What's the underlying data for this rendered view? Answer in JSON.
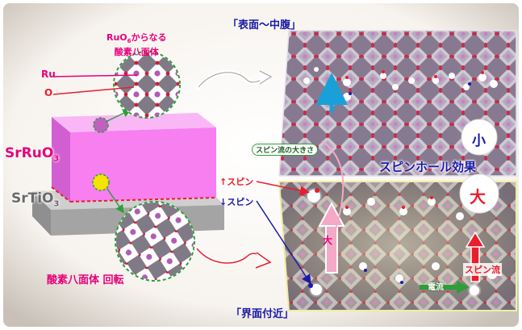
{
  "model": {
    "material_top": "SrRuO",
    "material_top_sub": "3",
    "material_bottom": "SrTiO",
    "material_bottom_sub": "3"
  },
  "labels": {
    "octahedra_line1": "RuO",
    "octahedra_sub": "6",
    "octahedra_line1_rest": "からなる",
    "octahedra_line2": "酸素八面体",
    "ru": "Ru",
    "o": "O",
    "rotation": "酸素八面体 回転",
    "surface_region": "「表面～中腹」",
    "interface_region": "「界面付近」",
    "spin_current_size": "スピン流の大きさ",
    "small": "小",
    "large": "大",
    "spin_hall_effect": "スピンホール効果",
    "effect_small": "小",
    "effect_large": "大",
    "spin_up": "↑スピン",
    "spin_down": "↓スピン",
    "electric_current": "電流",
    "spin_current": "スピン流"
  },
  "colors": {
    "magenta": "#e8007a",
    "red": "#e81e2c",
    "blue": "#1a1aa8",
    "cyan": "#1aa0d8",
    "green": "#2e9e3a",
    "srruo3_fill": "#f77ff0",
    "srtio3_fill": "#9d9d9d"
  }
}
